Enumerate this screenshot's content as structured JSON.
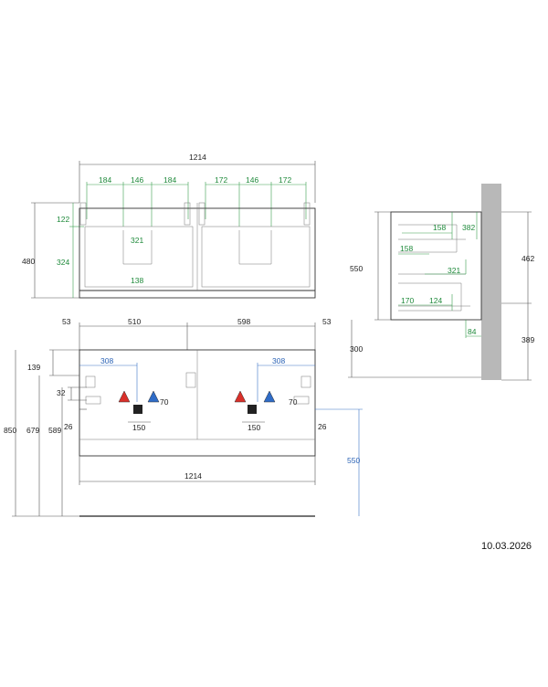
{
  "front_view": {
    "overall_width": "1214",
    "height": "480",
    "left_segments": [
      "184",
      "146",
      "184"
    ],
    "right_segments": [
      "172",
      "146",
      "172"
    ],
    "top_offset": "122",
    "drawer_depth": "324",
    "handle_width": "321",
    "handle_cut": "138"
  },
  "side_view": {
    "total_height": "550",
    "cabinet_height": "462",
    "floor_gap": "300",
    "wall_offset": "389",
    "upper_drawer_depth": "158",
    "upper_drawer_height": "382",
    "upper_inner": "158",
    "middle": "321",
    "lower_a": "170",
    "lower_b": "124",
    "plinth": "84"
  },
  "plan_view": {
    "margin_left": "53",
    "left_width": "510",
    "right_width": "598",
    "margin_right": "53",
    "left_center": "308",
    "right_center": "308",
    "v_139": "139",
    "v_32": "32",
    "v_26_left": "26",
    "v_26_right": "26",
    "height_850": "850",
    "height_679": "679",
    "height_589": "589",
    "height_550": "550",
    "spacing_left": "150",
    "spacing_right": "150",
    "offset_left": "70",
    "offset_right": "70",
    "bottom_width": "1214"
  },
  "date": "10.03.2026"
}
